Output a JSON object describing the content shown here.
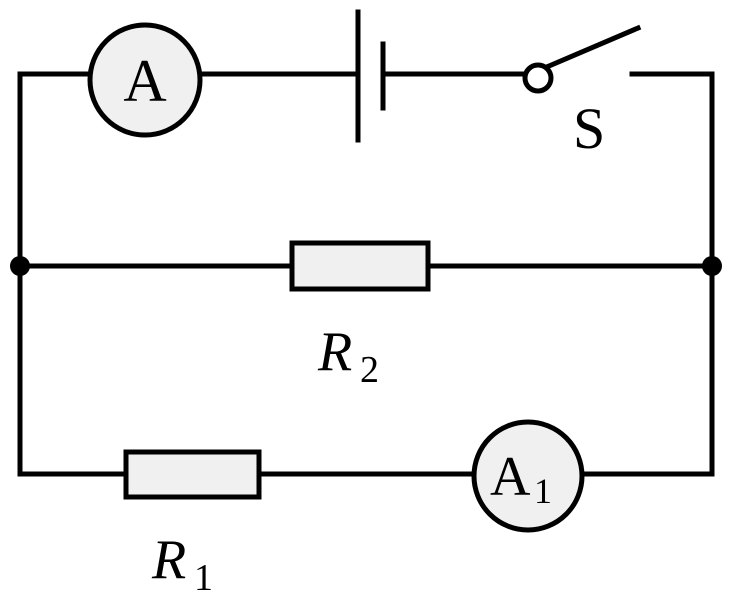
{
  "circuit": {
    "ammeter_main": {
      "symbol": "A"
    },
    "ammeter_branch": {
      "symbol": "A",
      "subscript": "1"
    },
    "switch": {
      "label": "S",
      "state": "open"
    },
    "resistor_2": {
      "symbol": "R",
      "subscript": "2"
    },
    "resistor_1": {
      "symbol": "R",
      "subscript": "1"
    }
  },
  "colors": {
    "wire": "#000000",
    "component_fill": "#f0f0f0",
    "background": "#ffffff"
  }
}
